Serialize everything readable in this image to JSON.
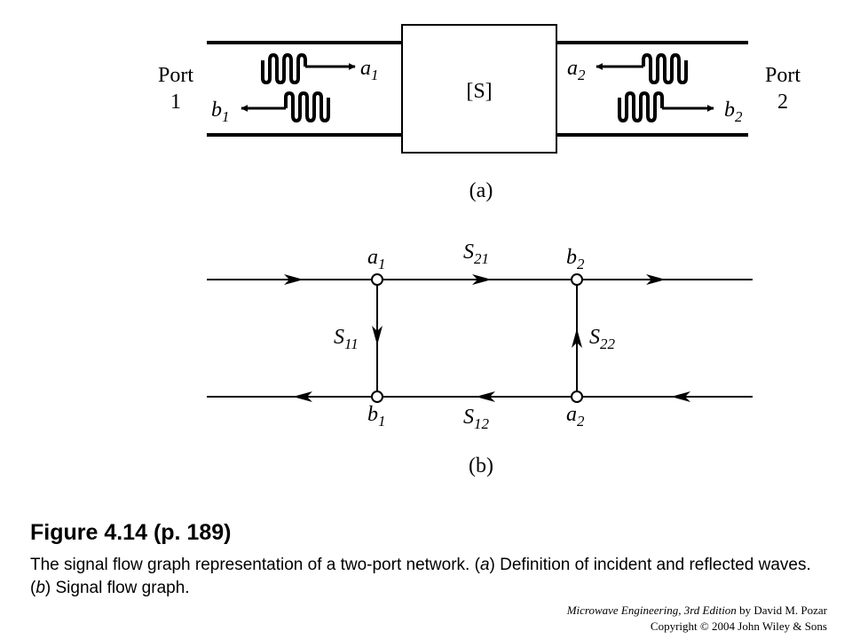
{
  "figure_a": {
    "block_label": "[S]",
    "port1_lines": [
      "Port",
      "1"
    ],
    "port2_lines": [
      "Port",
      "2"
    ],
    "wave_left_in": {
      "letter": "a",
      "sub": "1"
    },
    "wave_left_out": {
      "letter": "b",
      "sub": "1"
    },
    "wave_right_in": {
      "letter": "a",
      "sub": "2"
    },
    "wave_right_out": {
      "letter": "b",
      "sub": "2"
    },
    "panel_label": "(a)"
  },
  "figure_b": {
    "node_a1": {
      "letter": "a",
      "sub": "1"
    },
    "node_b1": {
      "letter": "b",
      "sub": "1"
    },
    "node_b2": {
      "letter": "b",
      "sub": "2"
    },
    "node_a2": {
      "letter": "a",
      "sub": "2"
    },
    "s21": {
      "letter": "S",
      "sub": "21"
    },
    "s11": {
      "letter": "S",
      "sub": "11"
    },
    "s22": {
      "letter": "S",
      "sub": "22"
    },
    "s12": {
      "letter": "S",
      "sub": "12"
    },
    "panel_label": "(b)"
  },
  "caption": {
    "title": "Figure 4.14  (p. 189)",
    "text_parts": [
      "The signal flow graph representation of a two-port network. (",
      "a",
      ") Definition of incident and reflected waves. (",
      "b",
      ") Signal flow graph."
    ]
  },
  "credit": {
    "book_title": "Microwave Engineering, 3rd Edition",
    "author": " by David M. Pozar",
    "copyright": "Copyright © 2004 John Wiley & Sons"
  }
}
